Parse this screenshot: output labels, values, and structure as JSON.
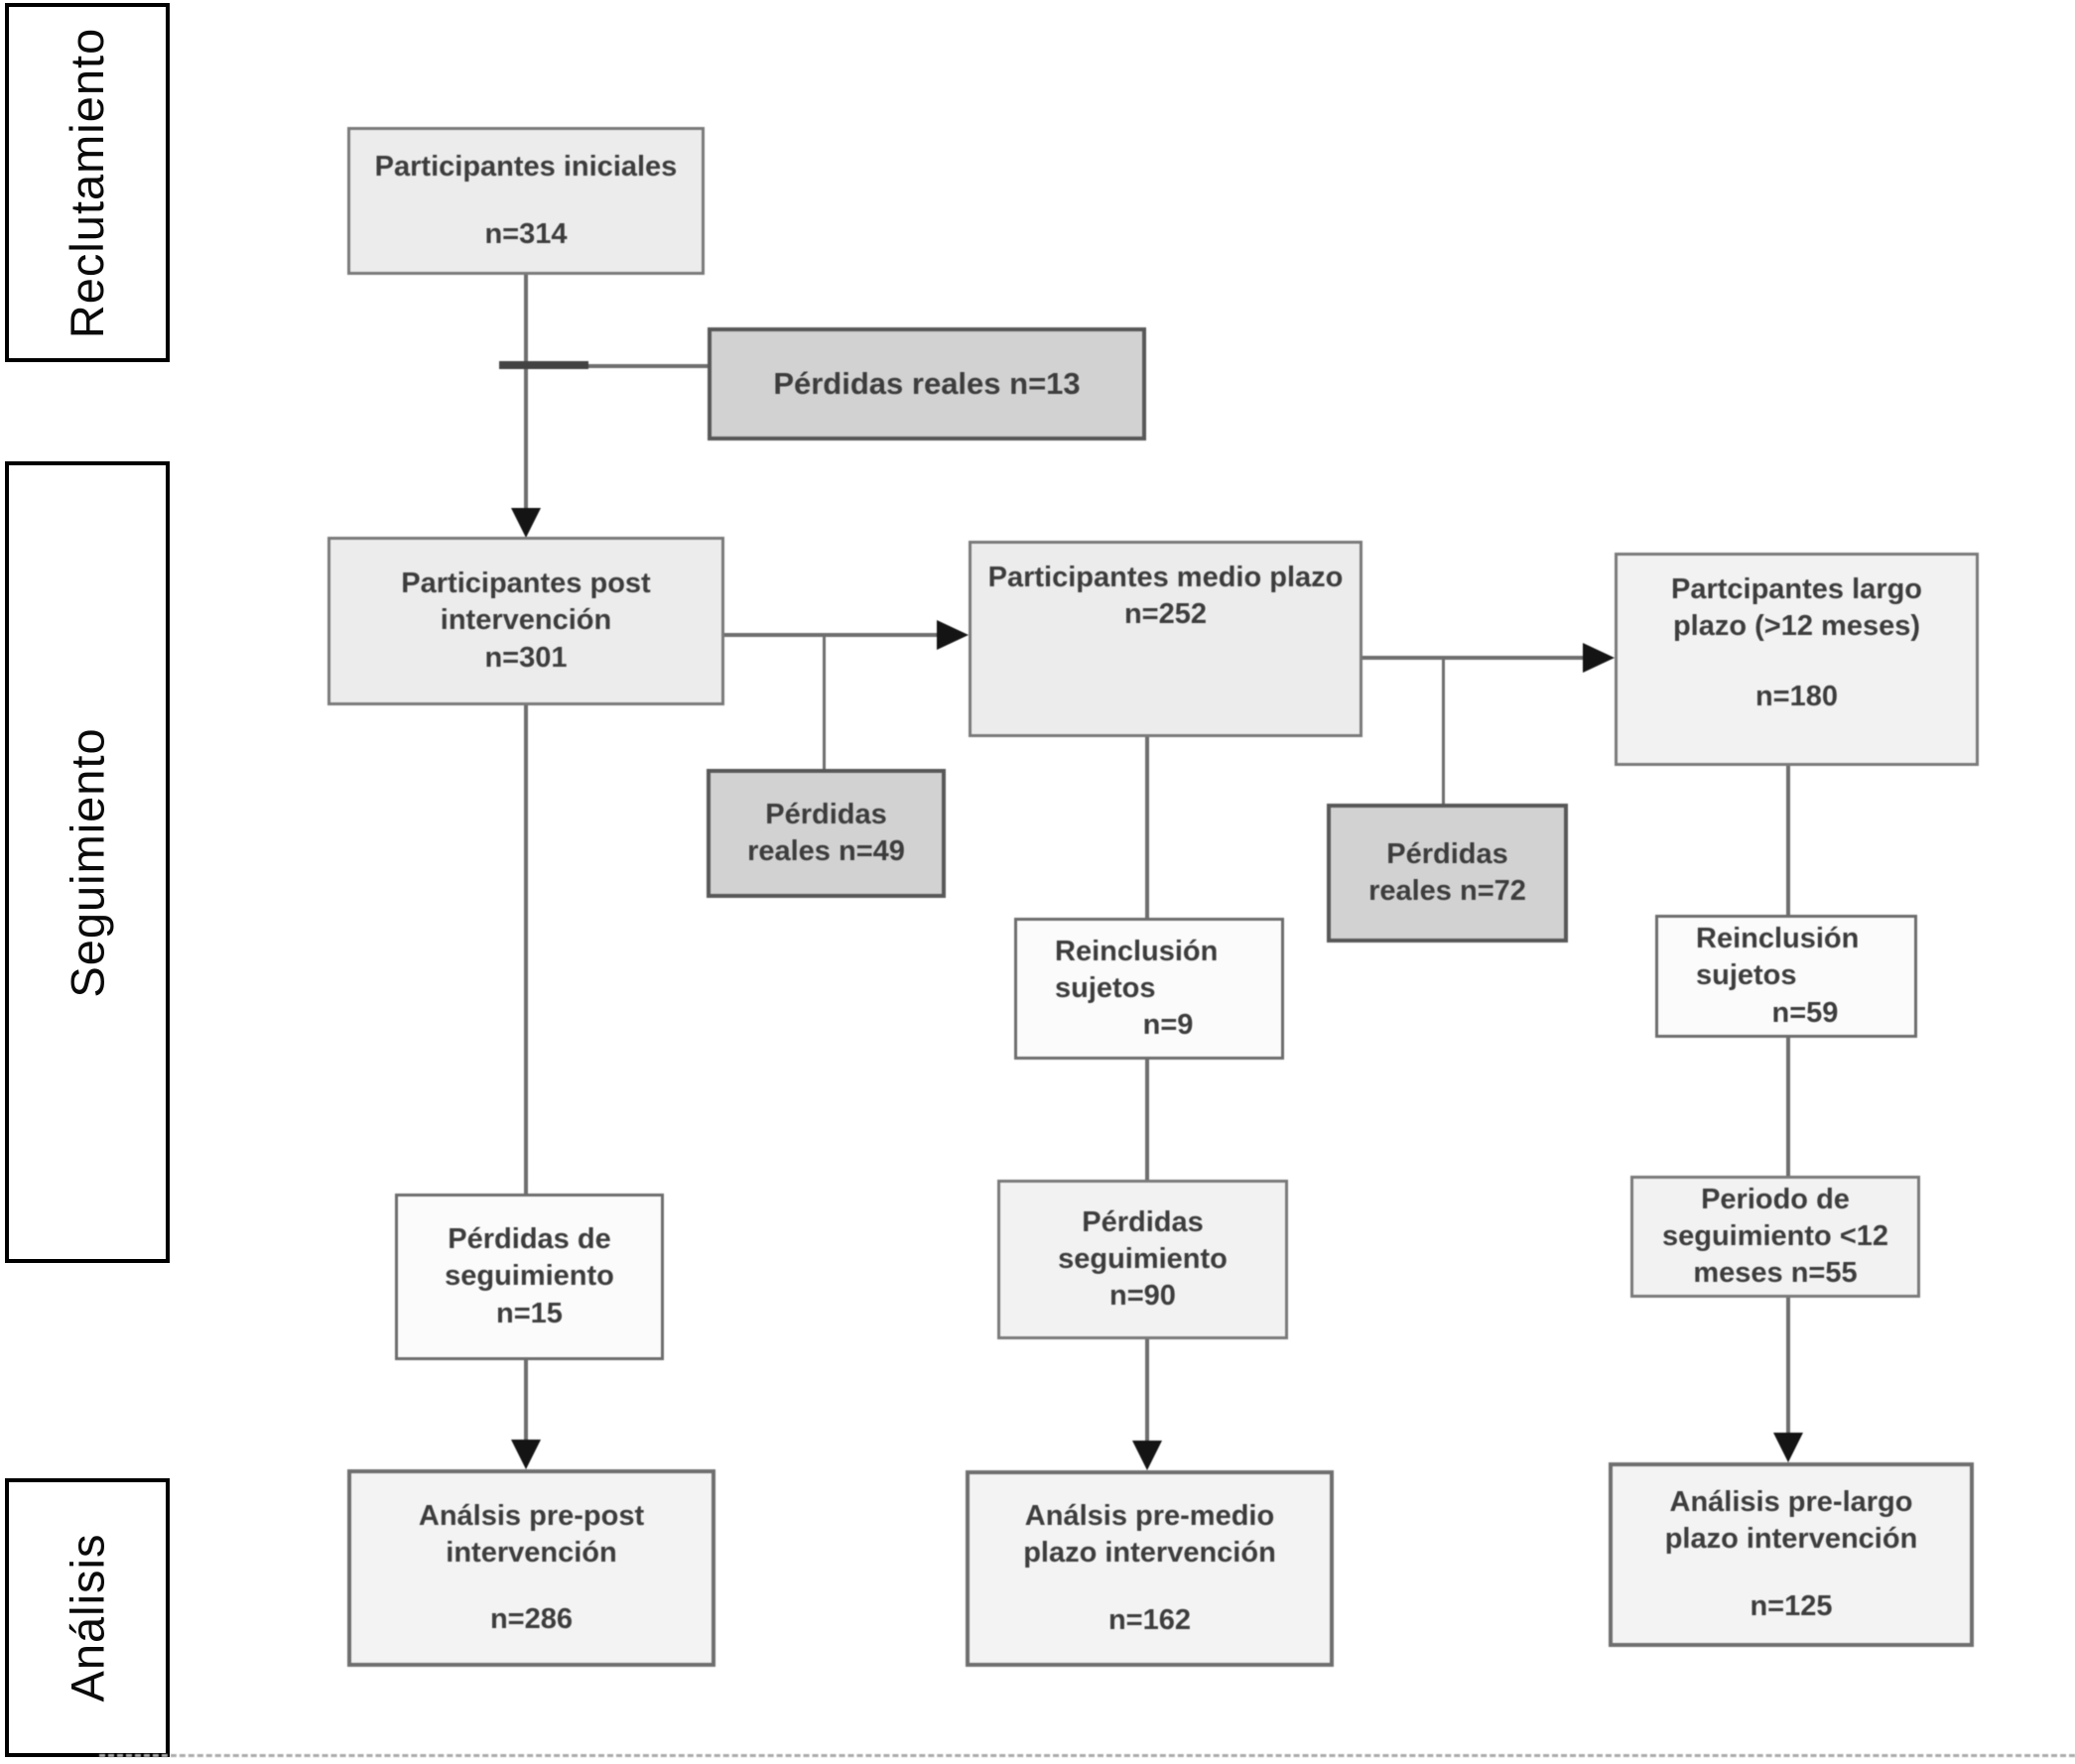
{
  "sidebar": {
    "recruitment_label": "Reclutamiento",
    "followup_label": "Seguimiento",
    "analysis_label": "Análisis"
  },
  "flow": {
    "iniciales": {
      "title": "Participantes iniciales",
      "n": "n=314"
    },
    "perdidas13": {
      "label": "Pérdidas reales n=13"
    },
    "post": {
      "line1": "Participantes post",
      "line2": "intervención",
      "n": "n=301"
    },
    "medio": {
      "line1": "Participantes medio plazo",
      "n": "n=252"
    },
    "largo": {
      "line1": "Partcipantes largo",
      "line2": "plazo (>12 meses)",
      "n": "n=180"
    },
    "perdidas49": {
      "line1": "Pérdidas",
      "line2": "reales n=49"
    },
    "perdidas72": {
      "line1": "Pérdidas",
      "line2": "reales n=72"
    },
    "reinclusion9": {
      "line1": "Reinclusión",
      "line2": "sujetos",
      "n": "n=9"
    },
    "reinclusion59": {
      "line1": "Reinclusión",
      "line2": "sujetos",
      "n": "n=59"
    },
    "perdidas15": {
      "line1": "Pérdidas de",
      "line2": "seguimiento",
      "n": "n=15"
    },
    "perdidas90": {
      "line1": "Pérdidas",
      "line2": "seguimiento",
      "n": "n=90"
    },
    "periodo55": {
      "line1": "Periodo de",
      "line2": "seguimiento <12",
      "line3": "meses  n=55"
    },
    "analisisPost": {
      "line1": "Análsis pre-post",
      "line2": "intervención",
      "n": "n=286"
    },
    "analisisMedio": {
      "line1": "Análsis pre-medio",
      "line2": "plazo intervención",
      "n": "n=162"
    },
    "analisisLargo": {
      "line1": "Análisis pre-largo",
      "line2": "plazo intervención",
      "n": "n=125"
    }
  },
  "colors": {
    "node_fill_light": "#ececec",
    "node_fill_dark": "#d2d2d2",
    "node_fill_white": "#fbfbfb",
    "node_fill_analysis": "#f3f3f3",
    "node_border": "#7a7a7a",
    "node_border_dark": "#585858",
    "connector": "#6e6e6e",
    "arrowhead": "#141414",
    "sidebar_border": "#000000"
  }
}
